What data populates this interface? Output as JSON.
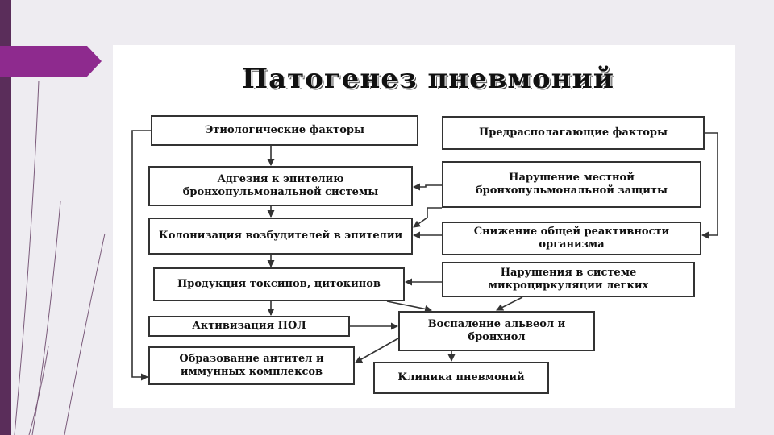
{
  "title": "Патогенез пневмоний",
  "colors": {
    "accent": "#8e2a8e",
    "band": "#5a2d5a",
    "background": "#eeecf1",
    "card": "#ffffff",
    "box_border": "#333333"
  },
  "left_column": {
    "etiologic": "Этиологические факторы",
    "adhesion": "Адгезия к эпителию бронхопульмональной системы",
    "colonization": "Колонизация возбудителей в эпителии",
    "toxins": "Продукция токсинов, цитокинов",
    "pol": "Активизация ПОЛ",
    "antibodies": "Образование антител и иммунных комплексов"
  },
  "right_column": {
    "predisposing": "Предрасполагающие факторы",
    "local_defense": "Нарушение местной бронхопульмональной защиты",
    "reactivity": "Снижение общей реактивности организма",
    "microcirculation": "Нарушения в системе микроциркуляции легких",
    "inflammation": "Воспаление альвеол и бронхиол",
    "clinic": "Клиника пневмоний"
  }
}
